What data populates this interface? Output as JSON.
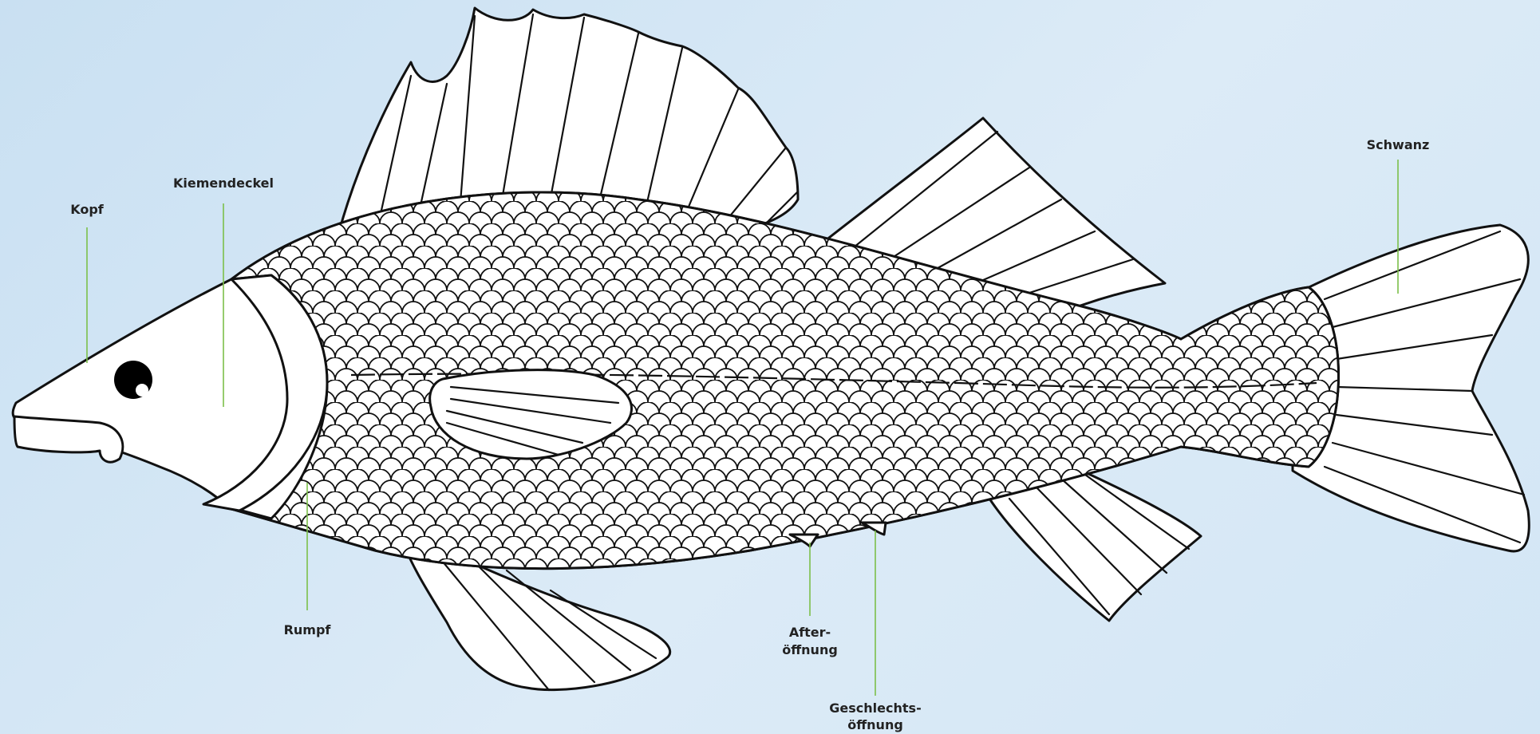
{
  "diagram": {
    "background": "#d3e6f5",
    "leader_color": "#7cc04a",
    "labels": {
      "kopf": "Kopf",
      "kiemendeckel": "Kiemendeckel",
      "rumpf": "Rumpf",
      "afteroeffnung_1": "After-",
      "afteroeffnung_2": "öffnung",
      "geschlechtsoeffnung_1": "Geschlechts-",
      "geschlechtsoeffnung_2": "öffnung",
      "schwanz": "Schwanz"
    }
  }
}
